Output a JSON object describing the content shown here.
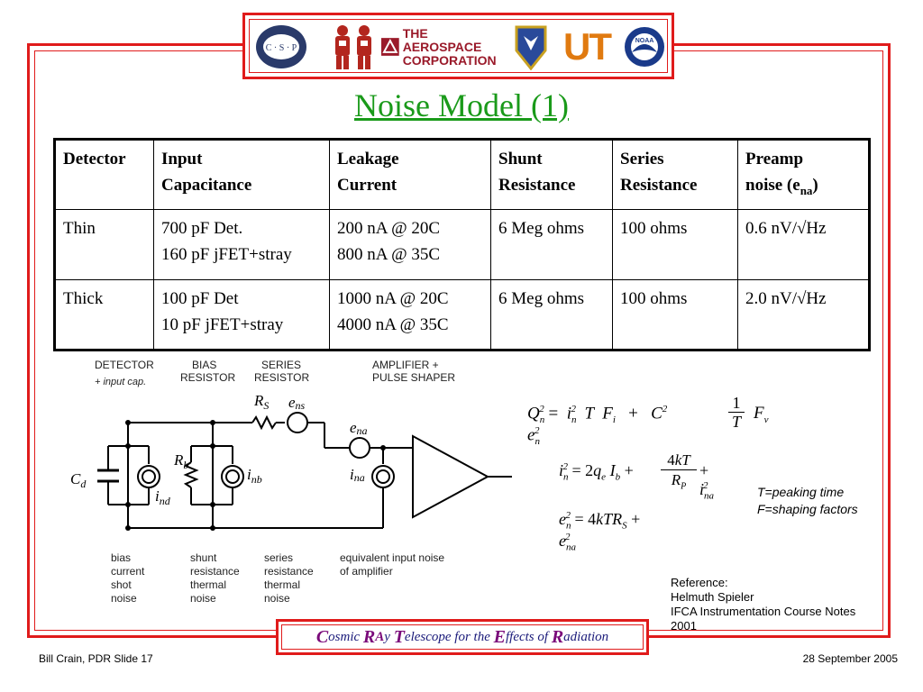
{
  "logos": {
    "csp_text": "C · S · P",
    "aerospace_line1": "THE AEROSPACE",
    "aerospace_line2": "CORPORATION",
    "ut_text": "UT",
    "noaa_text": "NOAA"
  },
  "title": "Noise Model (1)",
  "table": {
    "headers": [
      {
        "line1": "Detector",
        "line2": ""
      },
      {
        "line1": "Input",
        "line2": "Capacitance"
      },
      {
        "line1": "Leakage",
        "line2": "Current"
      },
      {
        "line1": "Shunt",
        "line2": "Resistance"
      },
      {
        "line1": "Series",
        "line2": "Resistance"
      },
      {
        "line1": "Preamp",
        "line2": "noise (e",
        "sub": "na",
        "tail": ")"
      }
    ],
    "rows": [
      {
        "detector": "Thin",
        "cap1": "700 pF Det.",
        "cap2": "160 pF jFET+stray",
        "leak1": "200 nA @ 20C",
        "leak2": "800 nA @ 35C",
        "shunt": "6 Meg ohms",
        "series": "100 ohms",
        "preamp": "0.6 nV/√Hz"
      },
      {
        "detector": "Thick",
        "cap1": "100 pF Det",
        "cap2": "10 pF jFET+stray",
        "leak1": "1000 nA @ 20C",
        "leak2": "4000 nA @ 35C",
        "shunt": "6 Meg ohms",
        "series": "100 ohms",
        "preamp": "2.0 nV/√Hz"
      }
    ]
  },
  "circuit": {
    "top_labels": {
      "detector": "DETECTOR",
      "input_cap": "+ input cap.",
      "bias1": "BIAS",
      "bias2": "RESISTOR",
      "series1": "SERIES",
      "series2": "RESISTOR",
      "amp1": "AMPLIFIER +",
      "amp2": "PULSE SHAPER"
    },
    "symbols": {
      "cd": "C",
      "cd_sub": "d",
      "ind": "i",
      "ind_sub": "nd",
      "rb": "R",
      "rb_sub": "b",
      "inb": "i",
      "inb_sub": "nb",
      "rs": "R",
      "rs_sub": "S",
      "ens": "e",
      "ens_sub": "ns",
      "ena": "e",
      "ena_sub": "na",
      "ina": "i",
      "ina_sub": "na"
    },
    "bottom_labels": {
      "bias": [
        "bias",
        "current",
        "shot",
        "noise"
      ],
      "shunt": [
        "shunt",
        "resistance",
        "thermal",
        "noise"
      ],
      "series": [
        "series",
        "resistance",
        "thermal",
        "noise"
      ],
      "equiv": [
        "equivalent input noise",
        "of amplifier"
      ]
    }
  },
  "notes": {
    "t_def": "T=peaking time",
    "f_def": "F=shaping factors"
  },
  "reference": {
    "line1": "Reference:",
    "line2": "Helmuth Spieler",
    "line3": "IFCA Instrumentation Course Notes",
    "line4": "2001"
  },
  "footer": {
    "banner": {
      "c": "C",
      "c_rest": "osmic",
      "r": "R",
      "a": "A",
      "y": "y",
      "t": "T",
      "t_rest": "elescope",
      "for": "for the",
      "e": "E",
      "e_rest": "ffects",
      "of": "of",
      "r2": "R",
      "r2_rest": "adiation"
    },
    "left": "Bill Crain, PDR Slide 17",
    "right": "28 September 2005"
  },
  "colors": {
    "frame": "#e01b1b",
    "title": "#1a9a1a",
    "banner_text": "#1a1a7a",
    "banner_caps": "#7a0a7a"
  }
}
